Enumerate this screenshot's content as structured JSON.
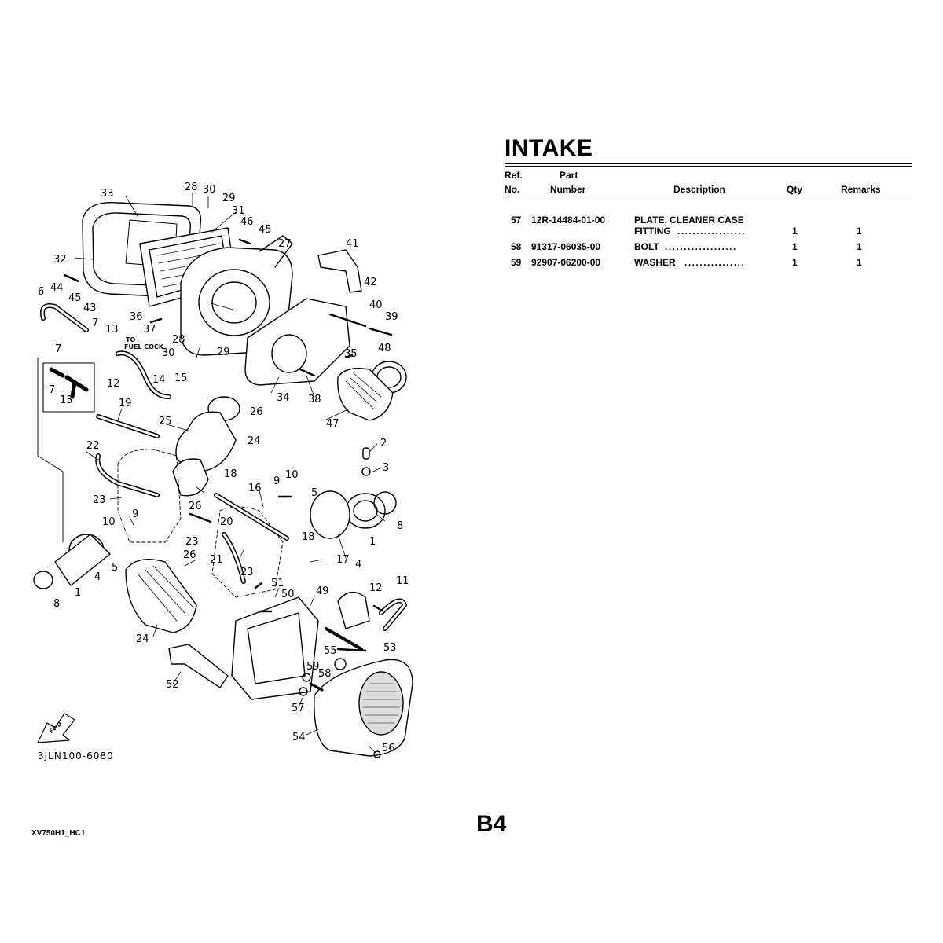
{
  "title": "INTAKE",
  "table": {
    "headers": {
      "ref_line1": "Ref.",
      "ref_line2": "No.",
      "part_line1": "Part",
      "part_line2": "Number",
      "description": "Description",
      "qty": "Qty",
      "remarks": "Remarks"
    },
    "rows": [
      {
        "ref": "57",
        "part": "12R-14484-01-00",
        "desc_line1": "PLATE, CLEANER CASE",
        "desc_line2": "FITTING",
        "dots": "..................",
        "qty": "1",
        "remarks": "1"
      },
      {
        "ref": "58",
        "part": "91317-06035-00",
        "desc_line1": "BOLT",
        "dots": "...................",
        "qty": "1",
        "remarks": "1"
      },
      {
        "ref": "59",
        "part": "92907-06200-00",
        "desc_line1": "WASHER",
        "dots": "................",
        "qty": "1",
        "remarks": "1"
      }
    ]
  },
  "diagram": {
    "drawing_code": "3JLN100-6080",
    "notes": {
      "to_fuel_cock_1": "TO",
      "to_fuel_cock_2": "FUEL COCK",
      "fwd": "FWD"
    },
    "callouts": [
      "33",
      "28",
      "30",
      "29",
      "31",
      "46",
      "45",
      "27",
      "41",
      "32",
      "44",
      "45",
      "43",
      "42",
      "6",
      "36",
      "37",
      "40",
      "39",
      "7",
      "13",
      "28",
      "30",
      "29",
      "35",
      "48",
      "7",
      "12",
      "14",
      "15",
      "34",
      "38",
      "47",
      "7",
      "13",
      "19",
      "25",
      "26",
      "24",
      "2",
      "22",
      "3",
      "18",
      "9",
      "10",
      "16",
      "5",
      "23",
      "26",
      "20",
      "10",
      "9",
      "8",
      "1",
      "18",
      "5",
      "4",
      "23",
      "26",
      "21",
      "23",
      "17",
      "8",
      "1",
      "4",
      "51",
      "50",
      "49",
      "12",
      "11",
      "24",
      "55",
      "53",
      "59",
      "58",
      "52",
      "57",
      "54",
      "56"
    ]
  },
  "footer": {
    "page": "B4",
    "doc_id": "XV750H1_HC1"
  }
}
